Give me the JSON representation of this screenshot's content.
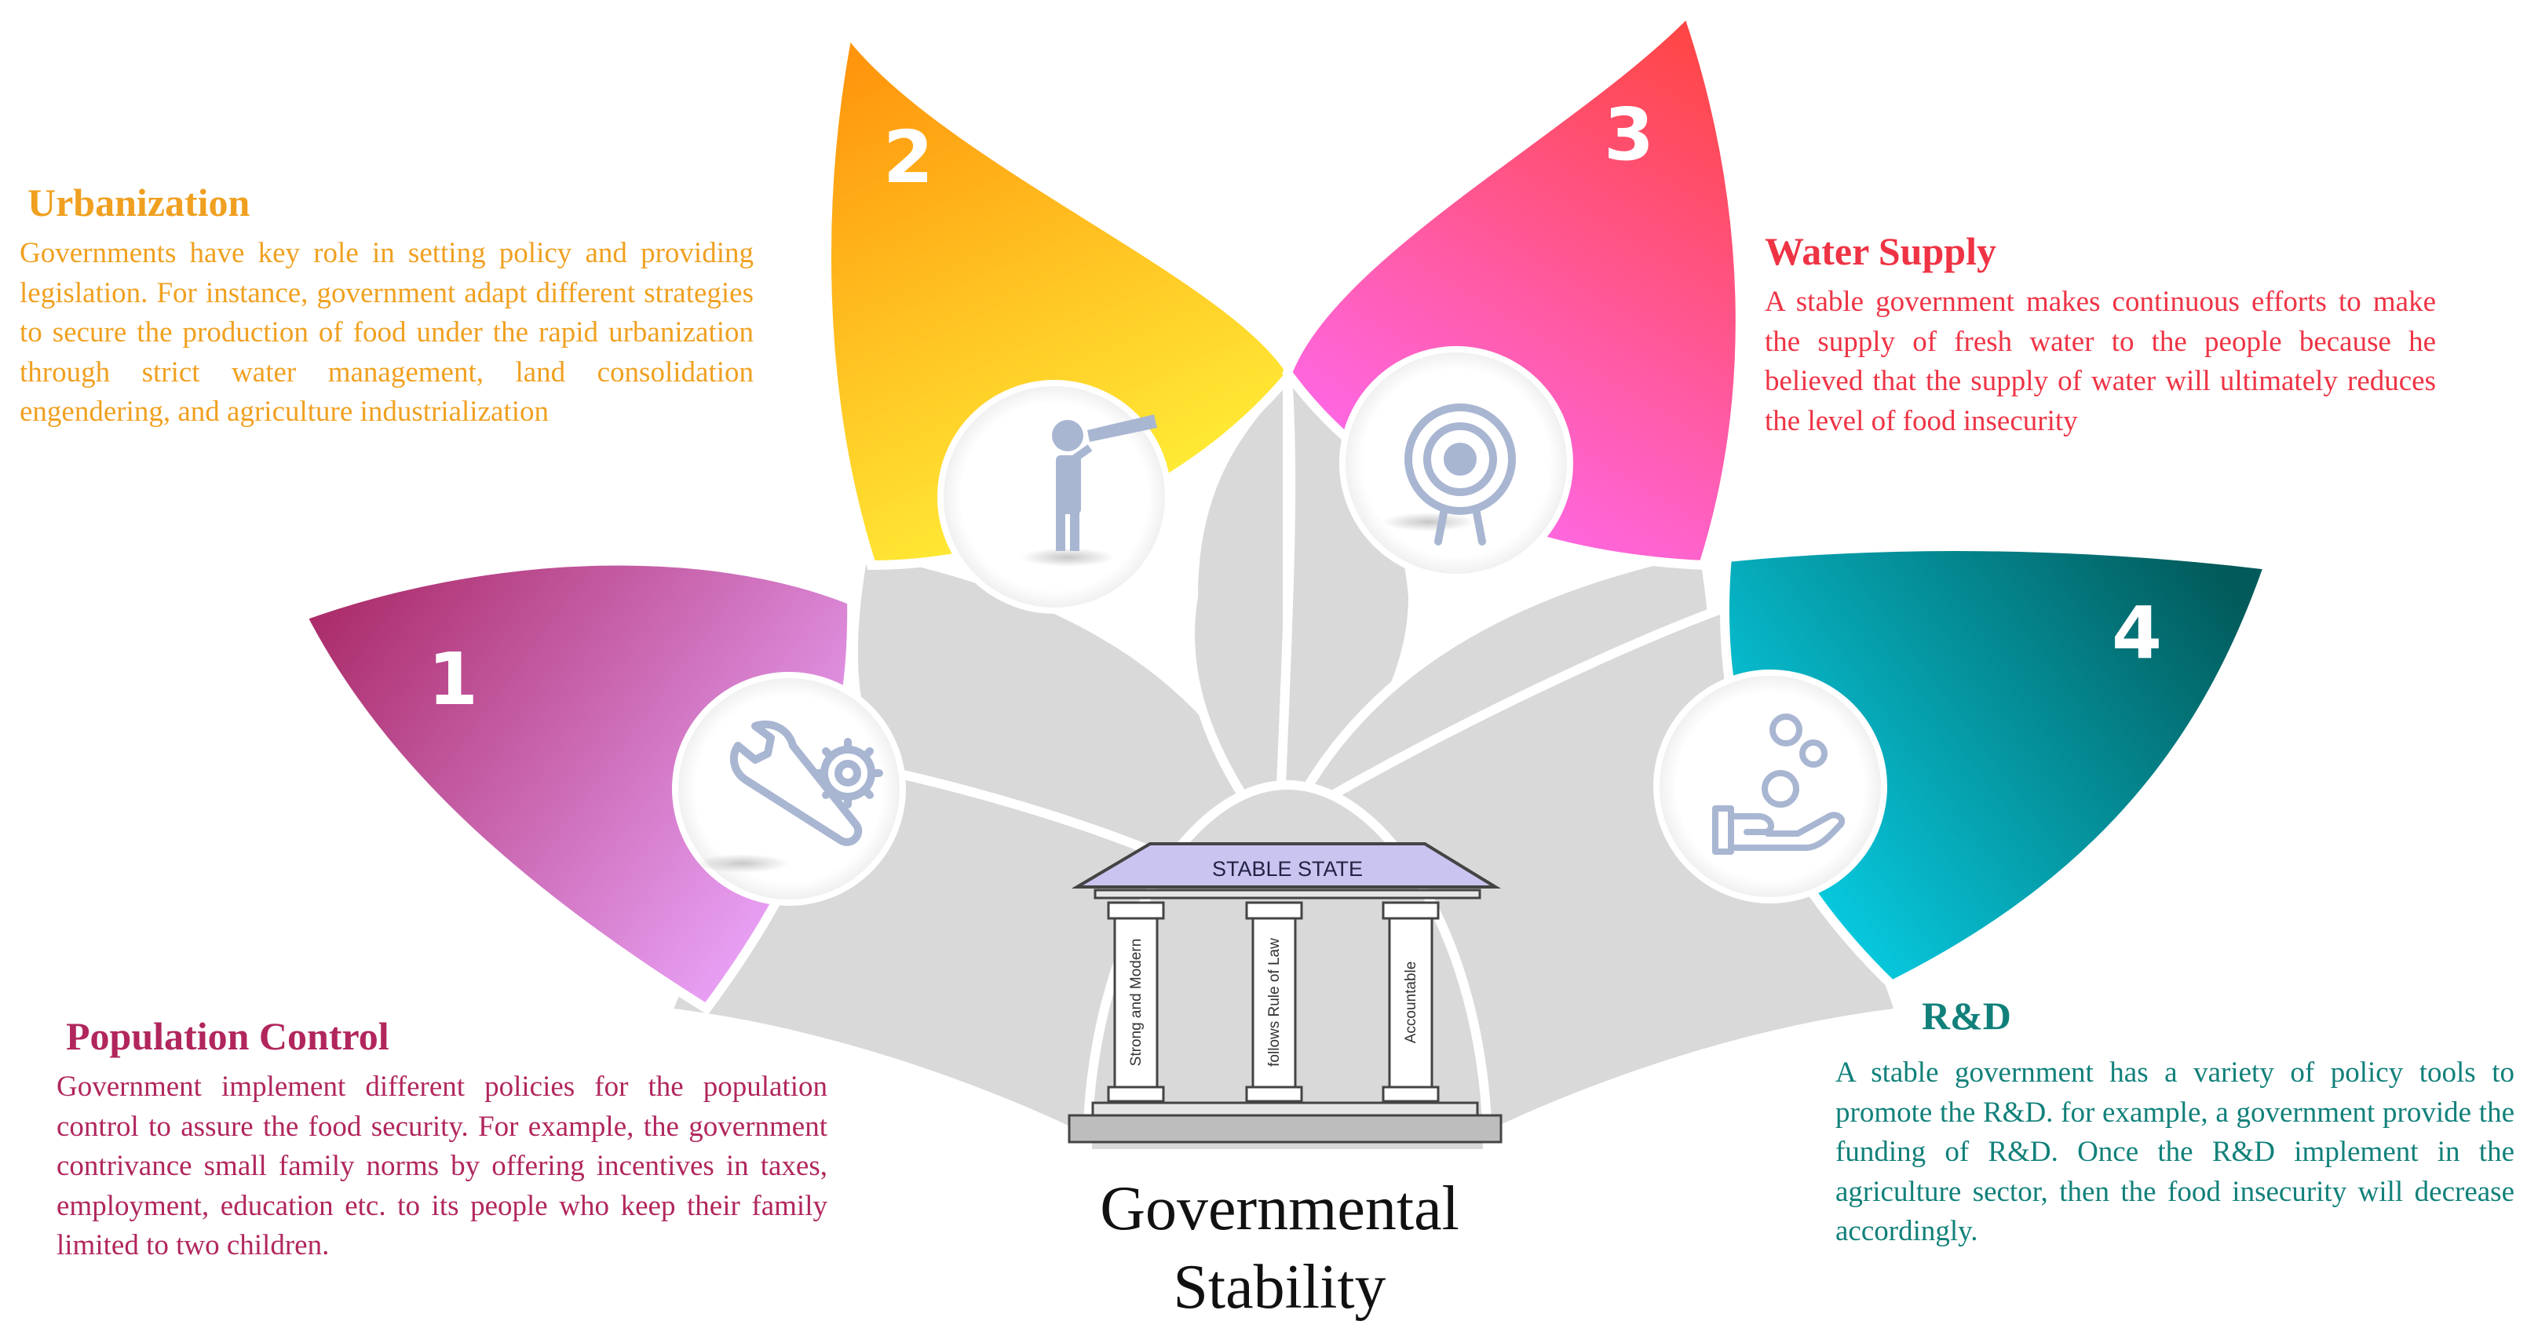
{
  "colors": {
    "petal1": [
      "#b02a6a",
      "#e89bf4"
    ],
    "petal2": [
      "#ff9a10",
      "#fff23a"
    ],
    "petal3": [
      "#ff4a4a",
      "#ff6dfa"
    ],
    "petal4": [
      "#006060",
      "#06d4ee"
    ],
    "gray_leaf": "#d9d9d9",
    "icon_stroke": "#a9b6d2"
  },
  "petals": [
    {
      "number": "1",
      "icon": "wrench-gear-icon"
    },
    {
      "number": "2",
      "icon": "businessman-telescope-icon"
    },
    {
      "number": "3",
      "icon": "target-icon"
    },
    {
      "number": "4",
      "icon": "hand-coins-icon"
    }
  ],
  "blocks": {
    "urbanization": {
      "title": "Urbanization",
      "body": "Governments have key role in setting policy and providing legislation. For instance, government adapt different strategies to secure the production of food under the rapid urbanization through strict water management, land consolidation engendering, and agriculture industrialization"
    },
    "water": {
      "title": "Water Supply",
      "body": "A stable government makes continuous efforts to make the supply of fresh water to the people because he believed that the supply of water will ultimately reduces the level of food insecurity"
    },
    "population": {
      "title": "Population Control",
      "body": "Government implement different policies for the population control to assure the food security. For example, the government contrivance small family norms by offering incentives in taxes, employment, education etc. to its people who keep their family limited to two children."
    },
    "rd": {
      "title": "R&D",
      "body": "A stable government has a variety of policy tools to promote the R&D. for example, a government provide the funding of R&D. Once the R&D implement in the agriculture sector, then the food insecurity will decrease accordingly."
    }
  },
  "temple": {
    "roof": "STABLE STATE",
    "pillars": [
      "Strong and Modern",
      "follows Rule of Law",
      "Accountable"
    ]
  },
  "center_title": {
    "line1": "Governmental",
    "line2": "Stability"
  }
}
